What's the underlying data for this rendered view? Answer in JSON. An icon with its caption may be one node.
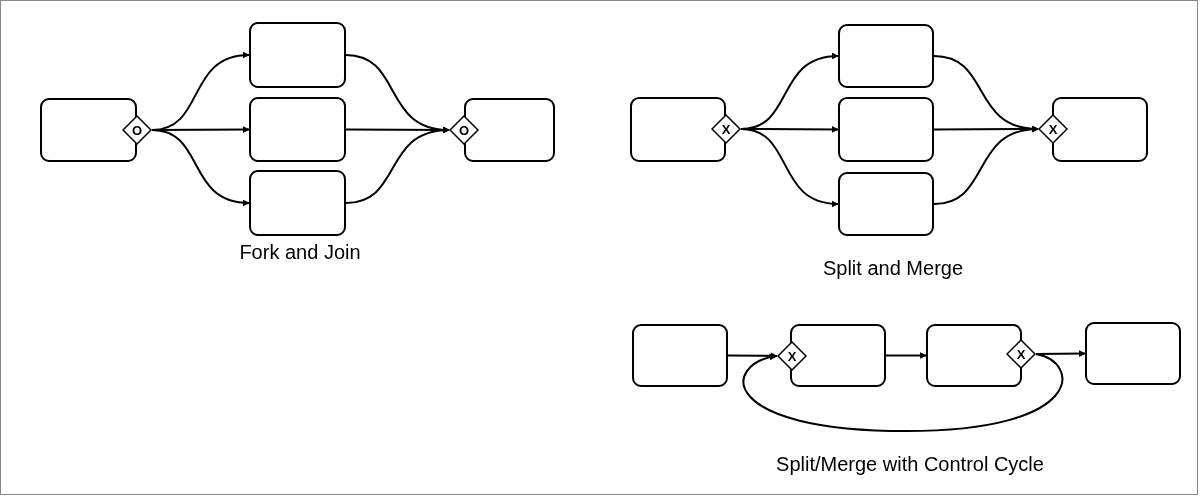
{
  "diagram": {
    "nodes": [
      {
        "text": [],
        "shape": "box"
      },
      {
        "text": [
          "O"
        ]
      },
      {
        "text": [],
        "shape": "box"
      },
      {
        "text": [],
        "shape": "box"
      },
      {
        "text": [],
        "shape": "box"
      },
      {
        "text": [
          "O"
        ]
      },
      {
        "text": [],
        "shape": "box"
      },
      {
        "text": [],
        "shape": "box"
      },
      {
        "text": [
          "X"
        ]
      },
      {
        "text": [],
        "shape": "box"
      },
      {
        "text": [],
        "shape": "box"
      },
      {
        "text": [],
        "shape": "box"
      },
      {
        "text": [
          "X"
        ]
      },
      {
        "text": [],
        "shape": "box"
      },
      {
        "text": [],
        "shape": "box"
      },
      {
        "text": [
          "X"
        ]
      },
      {
        "text": [],
        "shape": "box"
      },
      {
        "text": [],
        "shape": "box"
      },
      {
        "text": [
          "X"
        ]
      },
      {
        "text": [],
        "shape": "box"
      }
    ],
    "edges": [
      {
        "from": 1,
        "to": 2,
        "arrow": "to"
      },
      {
        "from": 1,
        "to": 3,
        "arrow": "to"
      },
      {
        "from": 1,
        "to": 4,
        "arrow": "to"
      },
      {
        "from": 2,
        "to": 5,
        "arrow": "to"
      },
      {
        "from": 3,
        "to": 5,
        "arrow": "to"
      },
      {
        "from": 4,
        "to": 5,
        "arrow": "to"
      },
      {
        "from": 8,
        "to": 9,
        "arrow": "to"
      },
      {
        "from": 8,
        "to": 10,
        "arrow": "to"
      },
      {
        "from": 8,
        "to": 11,
        "arrow": "to"
      },
      {
        "from": 9,
        "to": 12,
        "arrow": "to"
      },
      {
        "from": 10,
        "to": 12,
        "arrow": "to"
      },
      {
        "from": 11,
        "to": 12,
        "arrow": "to"
      },
      {
        "from": 14,
        "to": 15,
        "arrow": "to"
      },
      {
        "from": 16,
        "to": 17,
        "arrow": "to"
      },
      {
        "from": 18,
        "to": 19,
        "arrow": "to"
      },
      {
        "from": 18,
        "to": 15,
        "arrow": "to"
      }
    ],
    "labels": [
      "Fork and Join",
      "Split and Merge",
      "Split/Merge with Control Cycle"
    ]
  }
}
